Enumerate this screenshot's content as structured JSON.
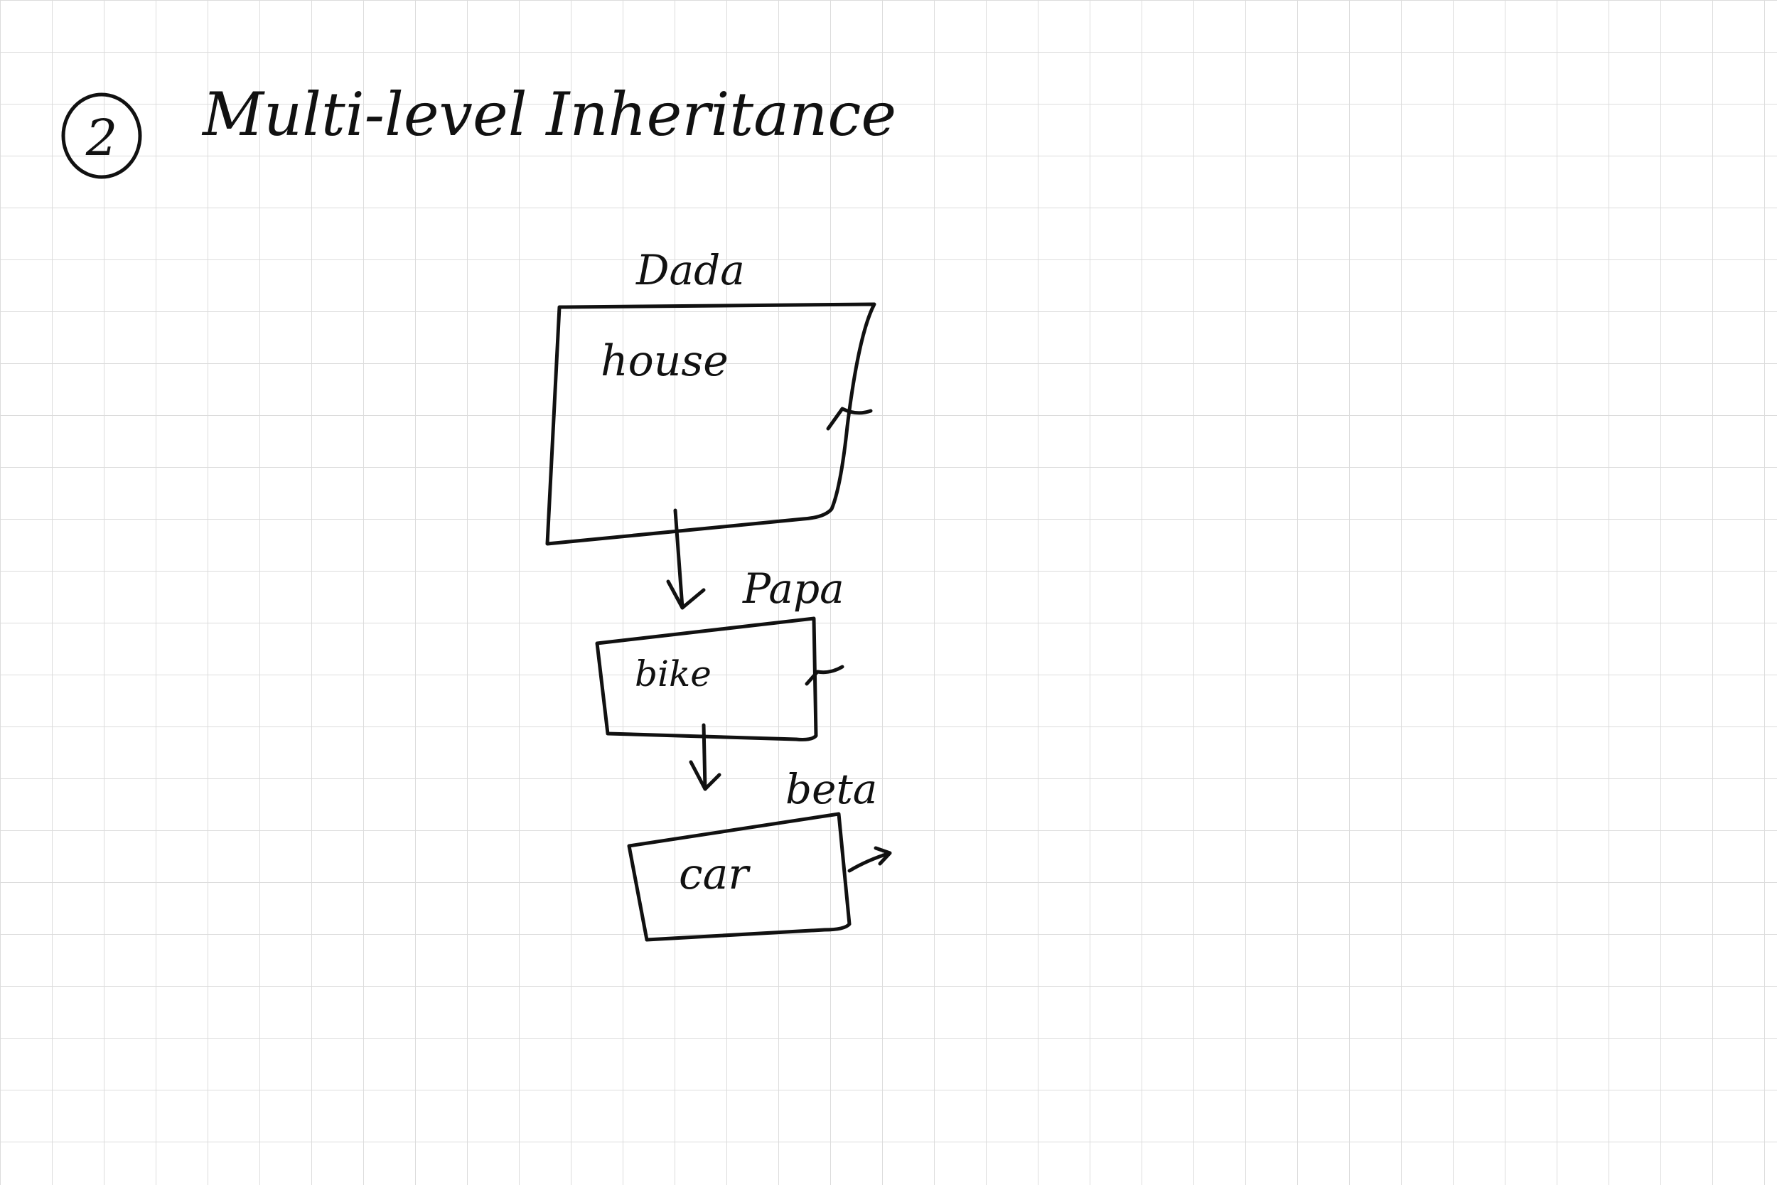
{
  "heading": {
    "number": "2",
    "title": "Multi-level Inheritance"
  },
  "levels": [
    {
      "name": "Dada",
      "item": "house"
    },
    {
      "name": "Papa",
      "item": "bike"
    },
    {
      "name": "beta",
      "item": "car"
    }
  ],
  "colors": {
    "ink": "#111111",
    "grid": "#dcdcdc",
    "paper": "#ffffff"
  }
}
